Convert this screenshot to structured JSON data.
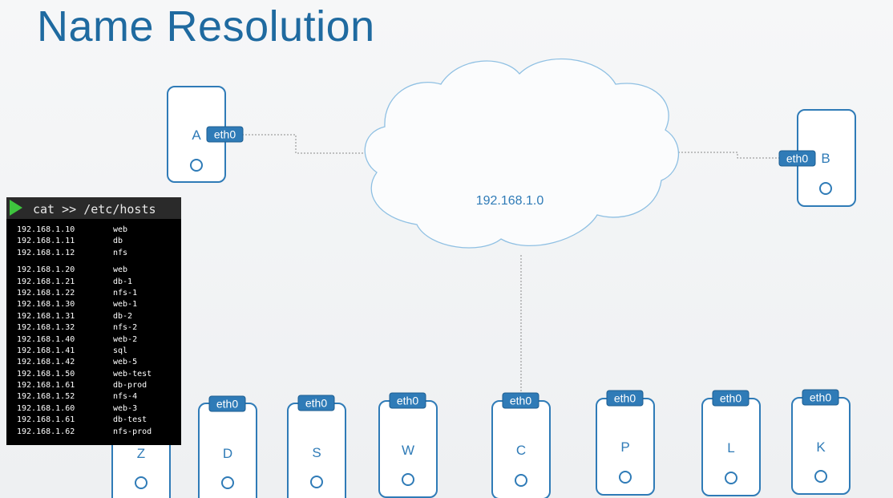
{
  "slide": {
    "title": "Name Resolution"
  },
  "network": {
    "label": "192.168.1.0"
  },
  "interface_label": "eth0",
  "hosts": {
    "A": "A",
    "B": "B",
    "Z": "Z",
    "D": "D",
    "S": "S",
    "W": "W",
    "C": "C",
    "P": "P",
    "L": "L",
    "K": "K"
  },
  "terminal": {
    "command": "cat >> /etc/hosts",
    "group1": [
      {
        "ip": "192.168.1.10",
        "name": "web"
      },
      {
        "ip": "192.168.1.11",
        "name": "db"
      },
      {
        "ip": "192.168.1.12",
        "name": "nfs"
      }
    ],
    "group2": [
      {
        "ip": "192.168.1.20",
        "name": "web"
      },
      {
        "ip": "192.168.1.21",
        "name": "db-1"
      },
      {
        "ip": "192.168.1.22",
        "name": "nfs-1"
      },
      {
        "ip": "192.168.1.30",
        "name": "web-1"
      },
      {
        "ip": "192.168.1.31",
        "name": "db-2"
      },
      {
        "ip": "192.168.1.32",
        "name": "nfs-2"
      },
      {
        "ip": "192.168.1.40",
        "name": "web-2"
      },
      {
        "ip": "192.168.1.41",
        "name": "sql"
      },
      {
        "ip": "192.168.1.42",
        "name": "web-5"
      },
      {
        "ip": "192.168.1.50",
        "name": "web-test"
      },
      {
        "ip": "192.168.1.61",
        "name": "db-prod"
      },
      {
        "ip": "192.168.1.52",
        "name": "nfs-4"
      },
      {
        "ip": "192.168.1.60",
        "name": "web-3"
      },
      {
        "ip": "192.168.1.61",
        "name": "db-test"
      },
      {
        "ip": "192.168.1.62",
        "name": "nfs-prod"
      }
    ]
  },
  "colors": {
    "title": "#1f6aa0",
    "box_stroke": "#2f7bb7",
    "eth_fill": "#2f7bb7",
    "cloud_stroke": "#8fc0e3",
    "terminal_bg": "#000000"
  }
}
